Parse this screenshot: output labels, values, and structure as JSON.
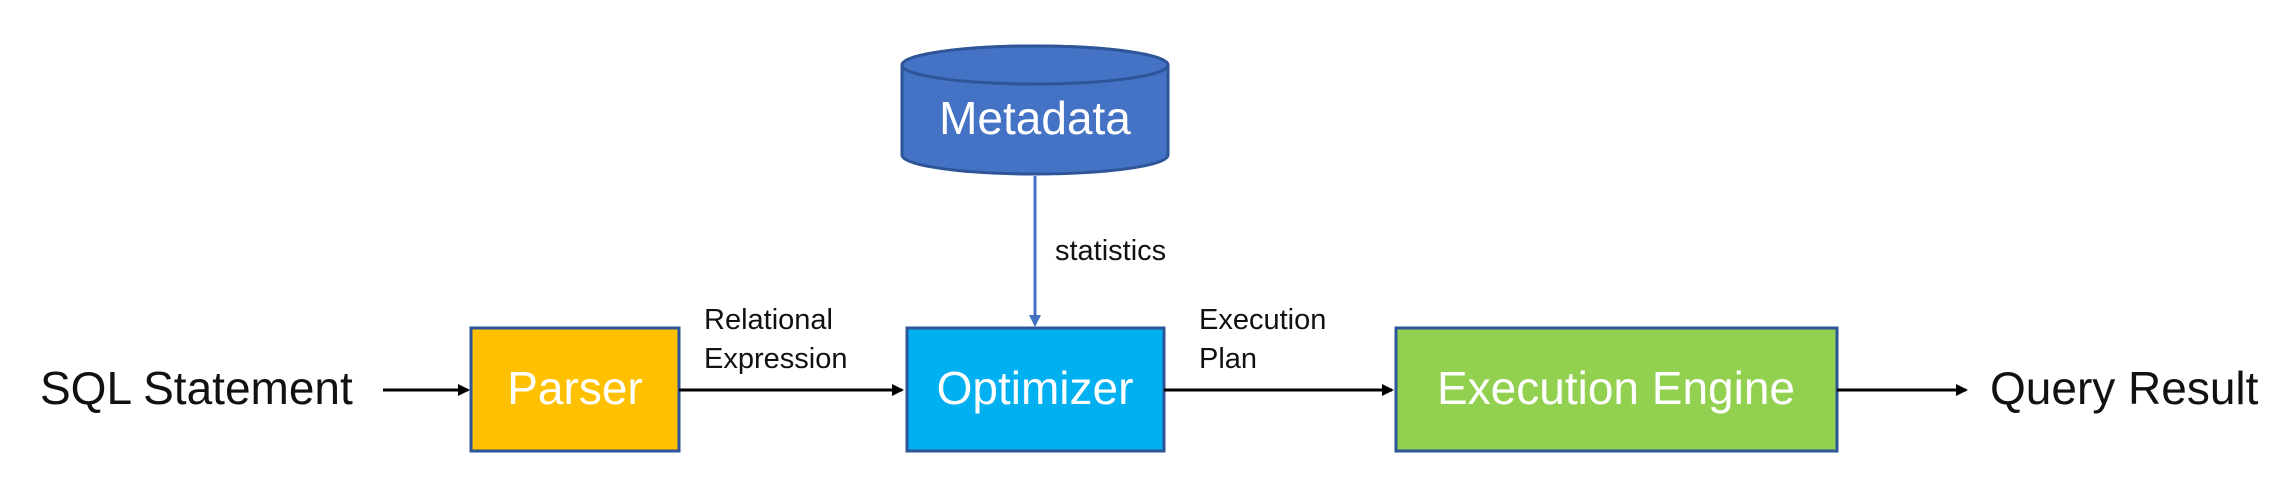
{
  "diagram": {
    "input": "SQL Statement",
    "output": "Query Result",
    "nodes": {
      "parser": {
        "label": "Parser",
        "color": "#FFC000"
      },
      "optimizer": {
        "label": "Optimizer",
        "color": "#00B0F0"
      },
      "engine": {
        "label": "Execution Engine",
        "color": "#92D050"
      },
      "metadata": {
        "label": "Metadata",
        "color": "#4472C4"
      }
    },
    "edges": {
      "parser_to_optimizer": [
        "Relational",
        "Expression"
      ],
      "optimizer_to_engine": [
        "Execution",
        "Plan"
      ],
      "metadata_to_optimizer": "statistics"
    },
    "colors": {
      "arrow": "#000000",
      "stats_arrow": "#4472C4",
      "box_border": "#2E5597"
    }
  }
}
